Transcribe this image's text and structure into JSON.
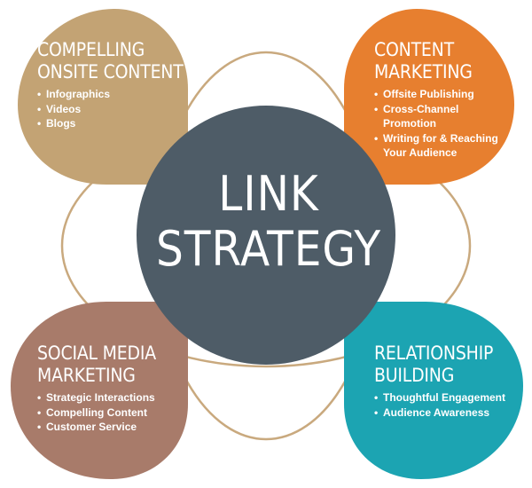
{
  "center": {
    "line1": "LINK",
    "line2": "STRATEGY"
  },
  "colors": {
    "center": "#4e5c67",
    "ring": "#c9a97e",
    "onsite": "#c3a374",
    "content": "#e77f2f",
    "social": "#a87b6a",
    "relationship": "#1ca4b2"
  },
  "petals": {
    "onsite": {
      "title1": "COMPELLING",
      "title2": "ONSITE CONTENT",
      "items": [
        "Infographics",
        "Videos",
        "Blogs"
      ]
    },
    "content": {
      "title1": "CONTENT",
      "title2": "MARKETING",
      "items": [
        "Offsite Publishing",
        "Cross-Channel",
        "Promotion",
        "Writing for & Reaching",
        "Your Audience"
      ]
    },
    "social": {
      "title1": "SOCIAL MEDIA",
      "title2": "MARKETING",
      "items": [
        "Strategic Interactions",
        "Compelling Content",
        "Customer Service"
      ]
    },
    "relationship": {
      "title1": "RELATIONSHIP",
      "title2": "BUILDING",
      "items": [
        "Thoughtful Engagement",
        "Audience Awareness"
      ]
    }
  }
}
